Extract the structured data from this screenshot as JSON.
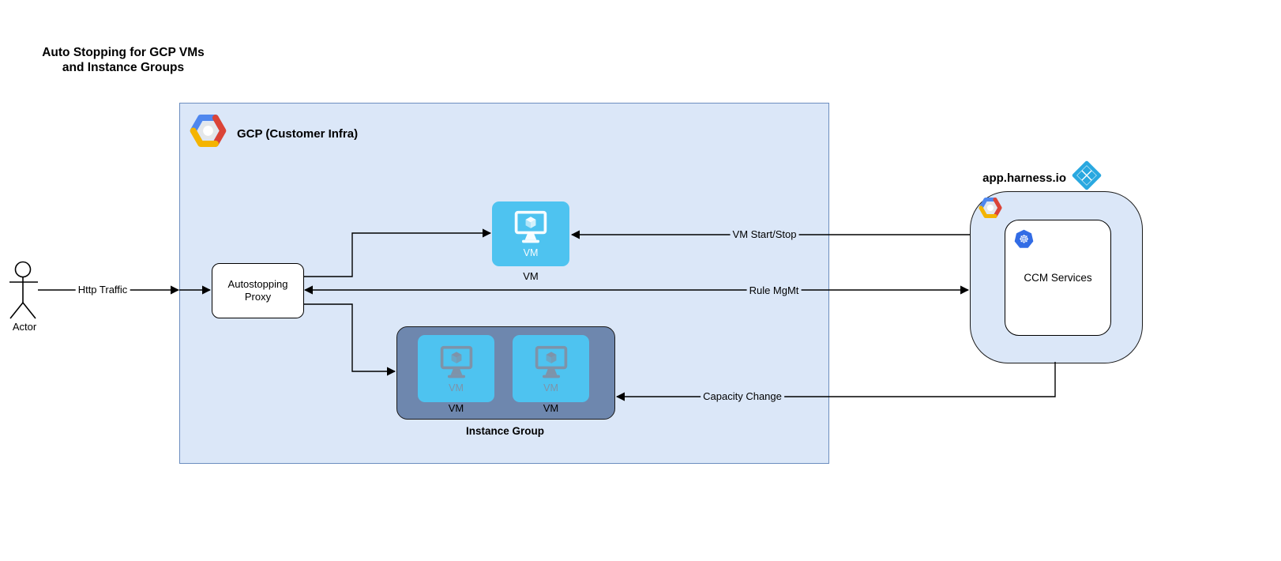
{
  "title": {
    "line1": "Auto Stopping for GCP VMs",
    "line2": "and Instance Groups"
  },
  "actor": {
    "label": "Actor"
  },
  "gcp_box": {
    "label": "GCP (Customer Infra)"
  },
  "proxy": {
    "label": "Autostopping Proxy"
  },
  "vm": {
    "tile_text": "VM",
    "label": "VM"
  },
  "instance_group": {
    "label": "Instance Group",
    "tiles": [
      {
        "tile_text": "VM",
        "label": "VM"
      },
      {
        "tile_text": "VM",
        "label": "VM"
      }
    ]
  },
  "harness": {
    "domain": "app.harness.io",
    "ccm_label": "CCM Services"
  },
  "edges": {
    "http_traffic": "Http Traffic",
    "vm_start_stop": "VM Start/Stop",
    "rule_mgmt": "Rule MgMt",
    "capacity_change": "Capacity Change"
  },
  "icons": {
    "gcp_logo": "gcp-hexagon-logo",
    "harness_logo": "harness-diamond-logo",
    "kubernetes_logo": "kubernetes-wheel-icon",
    "vm_icon": "vm-monitor-cube-icon",
    "actor": "uml-actor-stick-figure"
  },
  "colors": {
    "gcp_fill": "#dbe7f8",
    "gcp_border": "#6c8ebf",
    "tile_blue": "#4ec3f0",
    "ig_fill": "#6e87ae",
    "glyph_muted": "#7e93a9",
    "k8s_blue": "#326ce5",
    "harness_blue": "#29a8e0",
    "google_blue": "#4f87ee",
    "google_red": "#db4437",
    "google_yellow": "#f4b400",
    "logo_gray": "#e4e7ea",
    "line_color": "#000000"
  }
}
